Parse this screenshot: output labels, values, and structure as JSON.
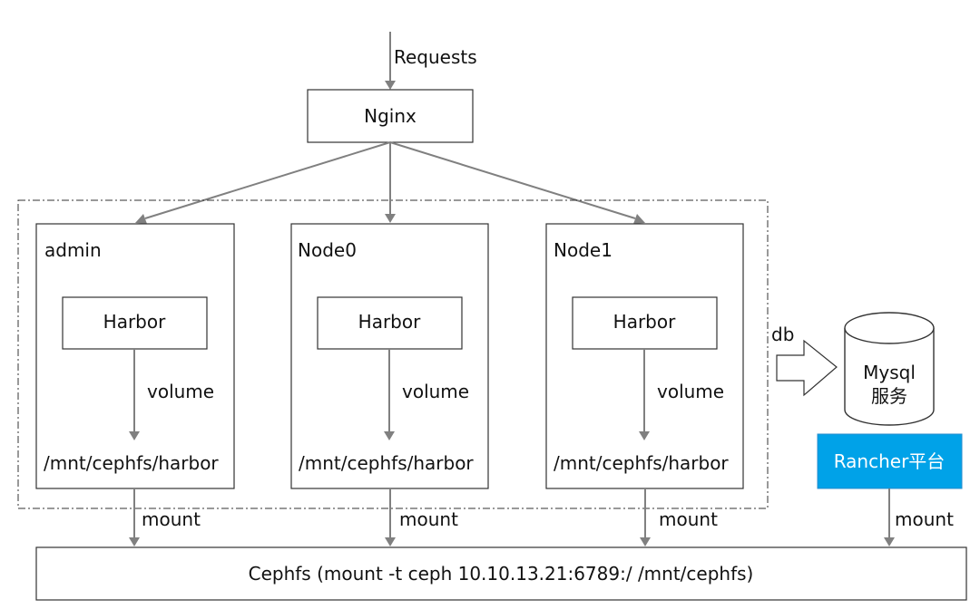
{
  "colors": {
    "arrow": "#808080",
    "rancher_bg": "#00A2E8",
    "rancher_text": "#ffffff"
  },
  "requests_label": "Requests",
  "nginx_label": "Nginx",
  "nodes": [
    {
      "name": "admin",
      "harbor": "Harbor",
      "volume": "volume",
      "path": "/mnt/cephfs/harbor",
      "mount": "mount"
    },
    {
      "name": "Node0",
      "harbor": "Harbor",
      "volume": "volume",
      "path": "/mnt/cephfs/harbor",
      "mount": "mount"
    },
    {
      "name": "Node1",
      "harbor": "Harbor",
      "volume": "volume",
      "path": "/mnt/cephfs/harbor",
      "mount": "mount"
    }
  ],
  "db_label": "db",
  "mysql": {
    "line1": "Mysql",
    "line2": "服务"
  },
  "rancher": {
    "label": "Rancher平台",
    "mount": "mount"
  },
  "cephfs_label": "Cephfs (mount -t ceph 10.10.13.21:6789:/ /mnt/cephfs)"
}
